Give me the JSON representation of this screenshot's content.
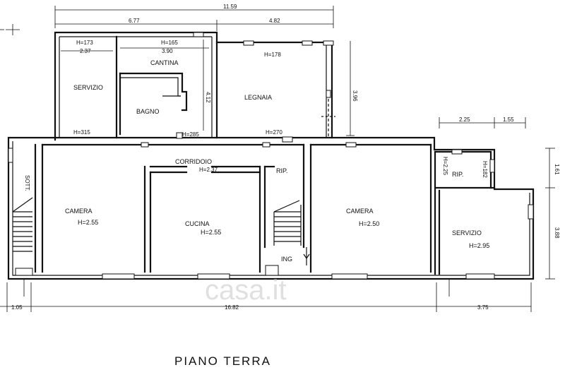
{
  "title": "PIANO TERRA",
  "watermark": "casa.it",
  "rooms": {
    "servizio_top": {
      "name": "SERVIZIO",
      "height": "H=173",
      "height_bottom": "H=315"
    },
    "cantina": {
      "name": "CANTINA",
      "height": "H=165"
    },
    "bagno": {
      "name": "BAGNO",
      "height": "H=285"
    },
    "legnaia": {
      "name": "LEGNAIA",
      "height": "H=178",
      "height_bottom": "H=270"
    },
    "corridoio": {
      "name": "CORRIDOIO",
      "height": "H=2.37"
    },
    "sott": {
      "name": "SOTT."
    },
    "camera_left": {
      "name": "CAMERA",
      "height": "H=2.55"
    },
    "cucina": {
      "name": "CUCINA",
      "height": "H=2.55"
    },
    "rip_center": {
      "name": "RIP."
    },
    "ing": {
      "name": "ING"
    },
    "camera_right": {
      "name": "CAMERA",
      "height": "H=2.50"
    },
    "rip_right": {
      "name": "RIP.",
      "height_left": "H=2.25",
      "height_right": "H=182"
    },
    "servizio_right": {
      "name": "SERVIZIO",
      "height": "H=2.95"
    }
  },
  "dimensions": {
    "top_total": "11.59",
    "top_left": "6.77",
    "top_right": "4.82",
    "servizio_width": "2.37",
    "cantina_width": "3.90",
    "cantina_depth": "4.12",
    "legnaia_depth": "3.96",
    "right_w1": "2.25",
    "right_w2": "1.55",
    "right_v1": "1.61",
    "right_v2": "3.88",
    "bottom_left": "1.05",
    "bottom_center": "16.82",
    "bottom_right": "3.75"
  }
}
